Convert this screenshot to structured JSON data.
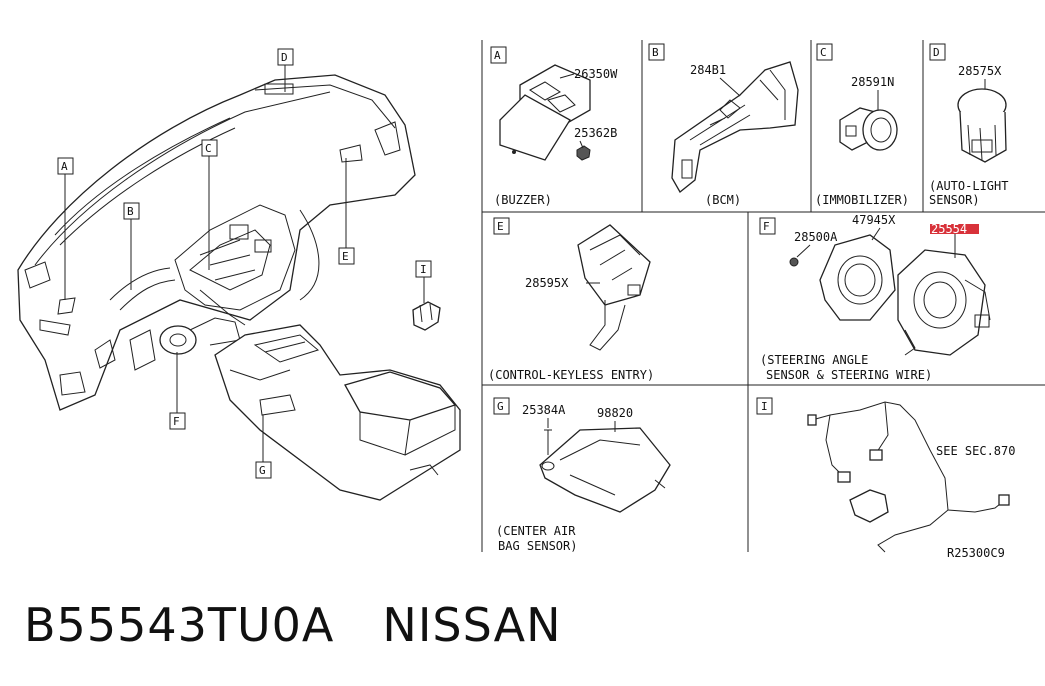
{
  "overview": {
    "callouts": [
      "A",
      "B",
      "C",
      "D",
      "E",
      "F",
      "G",
      "I"
    ]
  },
  "panels": [
    {
      "letter": "A",
      "caption": [
        "(BUZZER)"
      ],
      "parts": [
        "26350W",
        "25362B"
      ]
    },
    {
      "letter": "B",
      "caption": [
        "(BCM)"
      ],
      "parts": [
        "284B1"
      ]
    },
    {
      "letter": "C",
      "caption": [
        "(IMMOBILIZER)"
      ],
      "parts": [
        "28591N"
      ]
    },
    {
      "letter": "D",
      "caption": [
        "(AUTO-LIGHT",
        "SENSOR)"
      ],
      "parts": [
        "28575X"
      ]
    },
    {
      "letter": "E",
      "caption": [
        "(CONTROL-KEYLESS ENTRY)"
      ],
      "parts": [
        "28595X"
      ]
    },
    {
      "letter": "F",
      "caption": [
        "(STEERING ANGLE",
        "SENSOR & STEERING WIRE)"
      ],
      "parts": [
        "28500A",
        "47945X",
        "25554"
      ]
    },
    {
      "letter": "G",
      "caption": [
        "(CENTER AIR",
        "BAG SENSOR)"
      ],
      "parts": [
        "25384A",
        "98820"
      ]
    },
    {
      "letter": "I",
      "caption": [],
      "parts": [],
      "note": "SEE SEC.870"
    }
  ],
  "diagram_code": "R25300C9",
  "highlight_color": "#d8323a",
  "footer": {
    "part_number": "B55543TU0A",
    "brand": "NISSAN"
  }
}
